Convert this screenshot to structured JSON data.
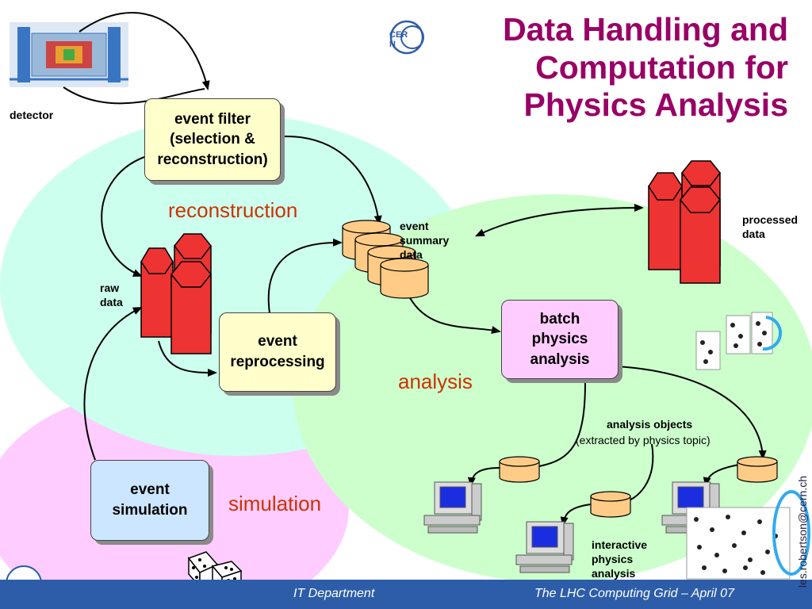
{
  "title": "Data Handling and\nComputation for\nPhysics Analysis",
  "logo_text": "CERN",
  "footer": {
    "left": "IT Department",
    "right": "The LHC Computing Grid – April 07"
  },
  "side_text": "les.robertson@cern.ch",
  "regions": {
    "reconstruction": "reconstruction",
    "analysis": "analysis",
    "simulation": "simulation"
  },
  "boxes": {
    "event_filter": "event filter\n(selection &\nreconstruction)",
    "event_reprocessing": "event\nreprocessing",
    "batch_analysis": "batch\nphysics\nanalysis",
    "event_simulation": "event\nsimulation"
  },
  "labels": {
    "detector": "detector",
    "raw_data": "raw\ndata",
    "event_summary_data": "event\n      summary\n              data",
    "processed_data": "processed\ndata",
    "analysis_objects_title": "analysis objects",
    "analysis_objects_sub": "(extracted by physics topic)",
    "interactive_analysis": "interactive\nphysics\nanalysis"
  },
  "colors": {
    "reconstruction_region": "#ccffee",
    "analysis_region": "#ccffcc",
    "simulation_region": "#ffccff",
    "title": "#990066",
    "region_label": "#cc3300",
    "footer": "#2d5da8",
    "storage_red": "#ee3333",
    "storage_orange": "#ffcc88"
  }
}
